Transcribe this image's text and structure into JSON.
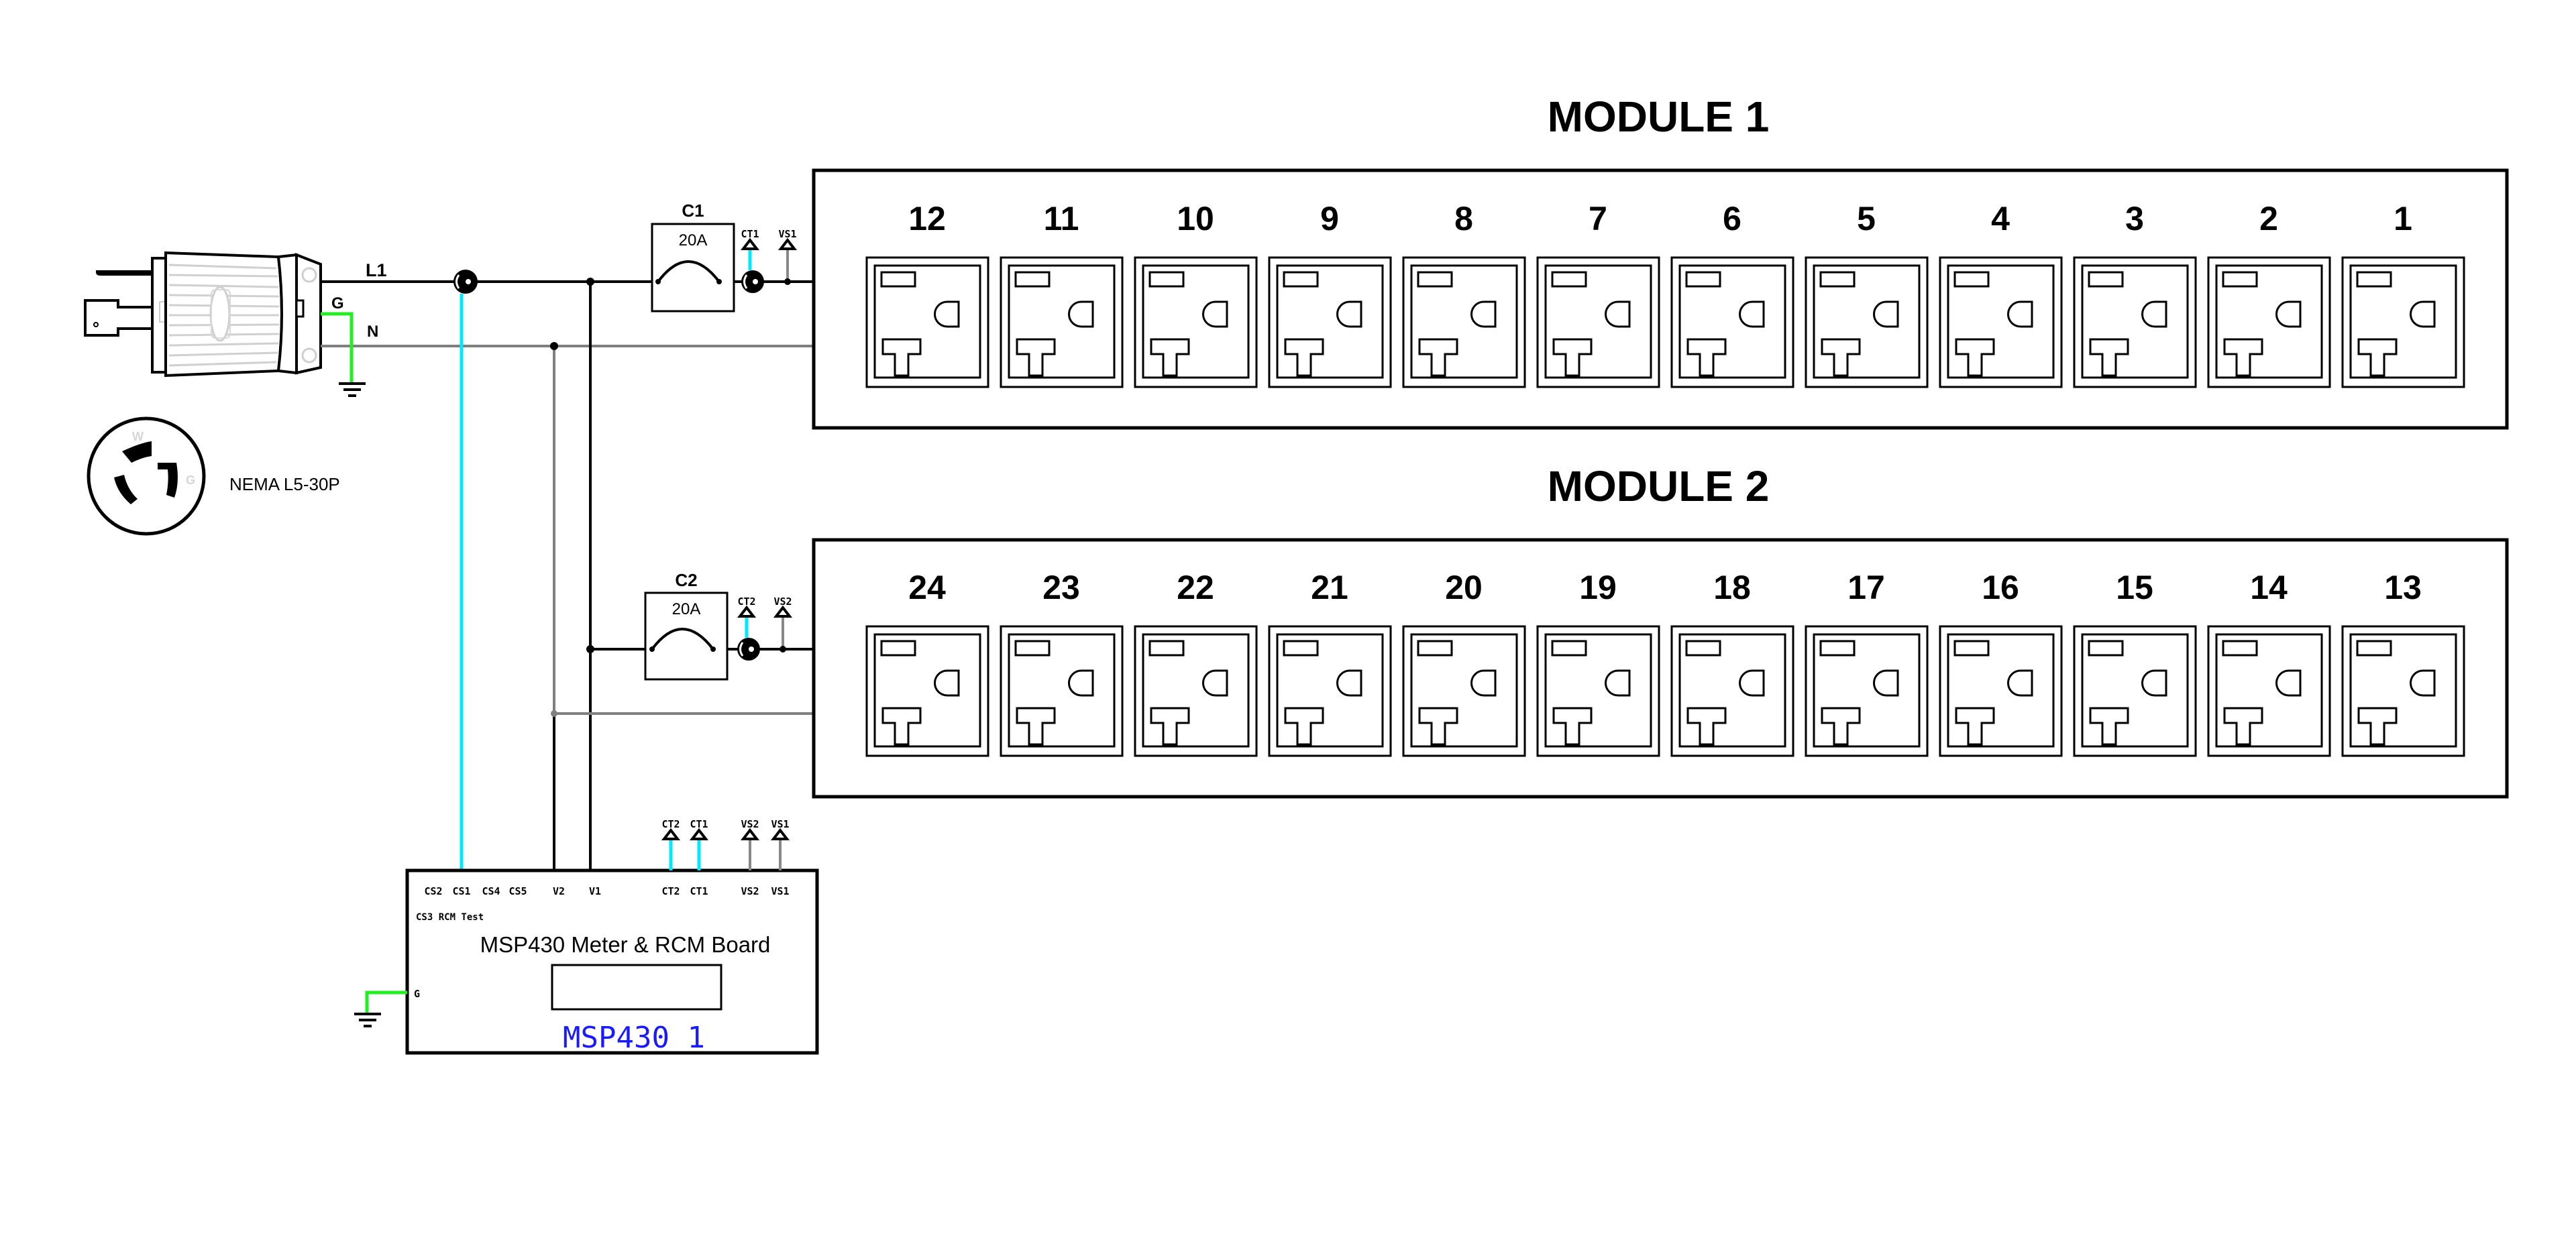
{
  "colors": {
    "hot": "#000000",
    "neutral": "#808080",
    "ground": "#22ee22",
    "current_sense": "#00eaff",
    "voltage_sense": "#888888",
    "board_id": "#1a1aff"
  },
  "plug": {
    "labels": {
      "line": "L1",
      "ground": "G",
      "neutral": "N"
    },
    "nema_label": "NEMA L5-30P",
    "face_letters": {
      "w": "W",
      "g": "G"
    }
  },
  "modules": [
    {
      "title": "MODULE 1",
      "breaker": {
        "name": "C1",
        "rating": "20A"
      },
      "ct_label": "CT1",
      "vs_label": "VS1",
      "outlets": [
        "12",
        "11",
        "10",
        "9",
        "8",
        "7",
        "6",
        "5",
        "4",
        "3",
        "2",
        "1"
      ]
    },
    {
      "title": "MODULE 2",
      "breaker": {
        "name": "C2",
        "rating": "20A"
      },
      "ct_label": "CT2",
      "vs_label": "VS2",
      "outlets": [
        "24",
        "23",
        "22",
        "21",
        "20",
        "19",
        "18",
        "17",
        "16",
        "15",
        "14",
        "13"
      ]
    }
  ],
  "meter_board": {
    "title": "MSP430 Meter & RCM Board",
    "id_label": "MSP430 1",
    "terminals_top": [
      "CS2",
      "CS1",
      "CS4",
      "CS5",
      "V2",
      "V1",
      "CT2",
      "CT1",
      "VS2",
      "VS1"
    ],
    "rcm_test_label": "CS3 RCM Test",
    "ground_label": "G",
    "sense_inputs": [
      "CT2",
      "CT1",
      "VS2",
      "VS1"
    ]
  }
}
